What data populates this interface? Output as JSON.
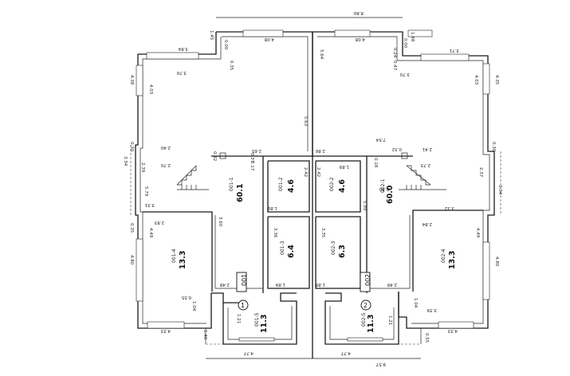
{
  "overall": {
    "top": "8.80",
    "bottom": "9.57"
  },
  "units": [
    {
      "code": "001",
      "circle": "1"
    },
    {
      "code": "002",
      "circle": "2"
    }
  ],
  "rooms": [
    {
      "id": "001-1",
      "area": "60.1"
    },
    {
      "id": "001-2",
      "area": "4.6"
    },
    {
      "id": "001-3",
      "area": "6.4"
    },
    {
      "id": "001-4",
      "area": "13.3"
    },
    {
      "id": "001-5",
      "area": "11.3"
    },
    {
      "id": "002-1",
      "area": "60.0"
    },
    {
      "id": "002-2",
      "area": "4.6"
    },
    {
      "id": "002-3",
      "area": "6.3"
    },
    {
      "id": "002-4",
      "area": "13.3"
    },
    {
      "id": "002-5",
      "area": "11.3"
    }
  ],
  "dims": {
    "left": [
      "1.45",
      "0.00",
      "3.84",
      "3.70",
      "0.35",
      "4.08",
      "4.38",
      "4.03",
      "5.63",
      "0.30",
      "2.40",
      "0.32",
      "3.34",
      "2.39",
      "2.70",
      "0.37",
      "0.17",
      "2.65",
      "5.79",
      "2.42",
      "4.6",
      "3.31",
      "3.60",
      "1.89",
      "0.35",
      "4.49",
      "2.83",
      "3.36",
      "4.80",
      "0.55",
      "1.04",
      "2.48",
      "1.89",
      "1.21",
      "1.40",
      "4.33",
      "4.77"
    ],
    "right": [
      "1.48",
      "0.00",
      "5.64",
      "4.08",
      "0.24",
      "0.47",
      "3.71",
      "3.70",
      "4.35",
      "4.03",
      "7.54",
      "2.86",
      "0.32",
      "2.41",
      "0.30",
      "2.42",
      "1.89",
      "0.18",
      "2.73",
      "2.37",
      "3.34",
      "5.80",
      "5.99",
      "3.32",
      "3.35",
      "2.84",
      "4.49",
      "4.80",
      "1.88",
      "2.48",
      "1.04",
      "3.39",
      "1.21",
      "4.33",
      "4.77",
      "0.55"
    ]
  }
}
